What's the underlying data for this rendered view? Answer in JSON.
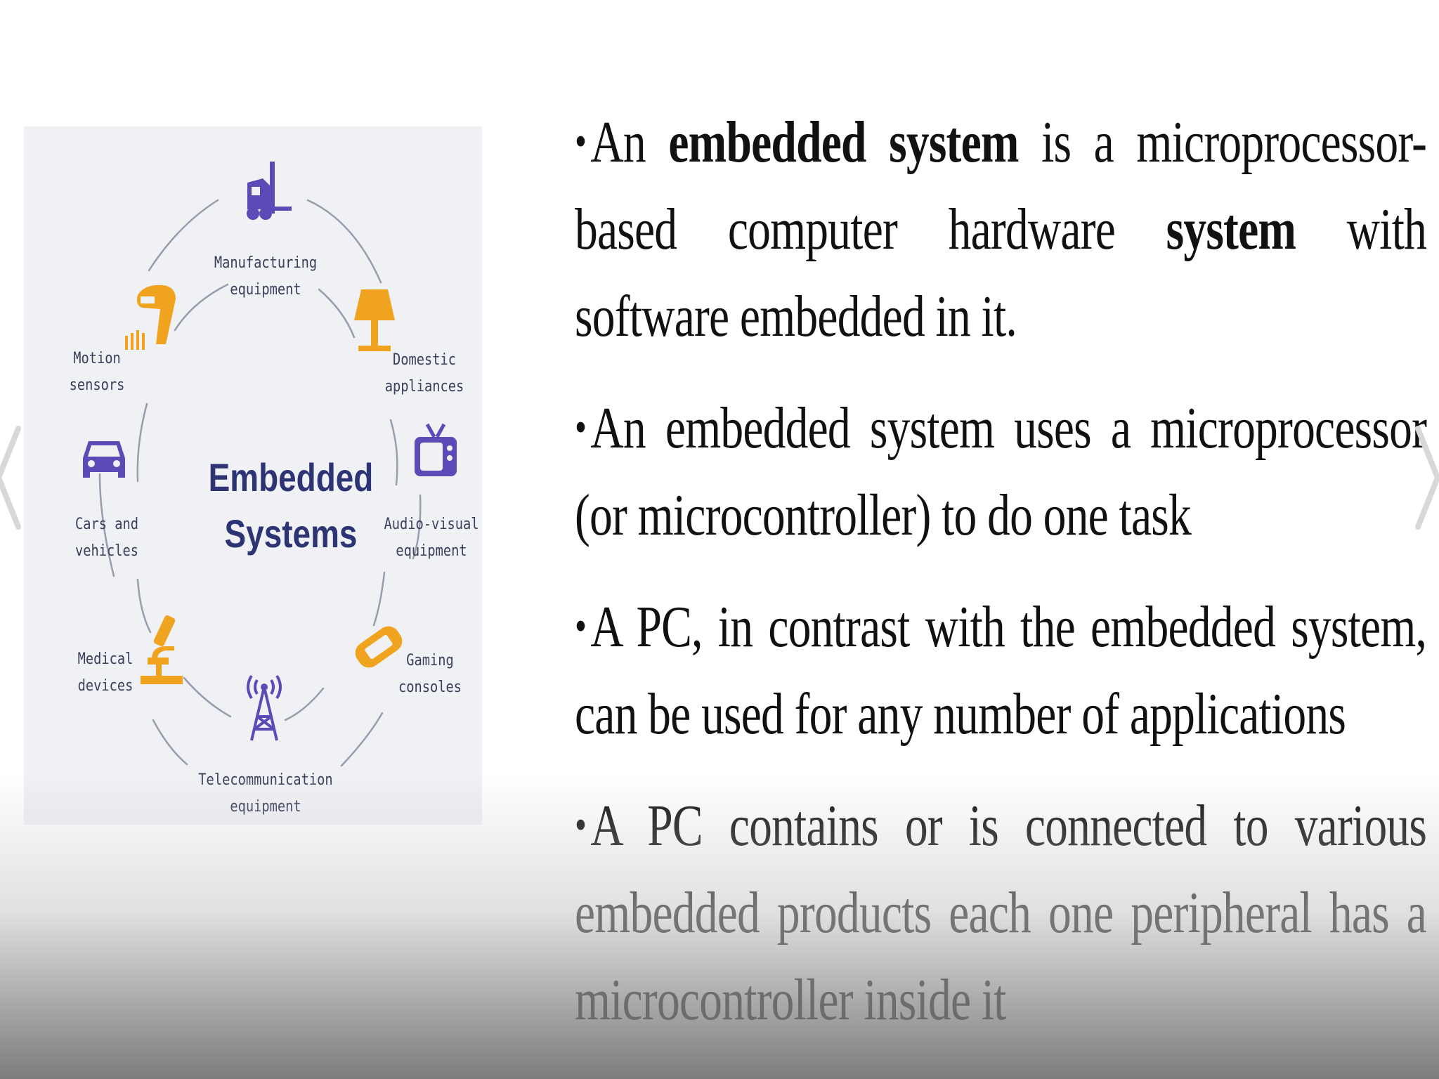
{
  "diagram": {
    "center_title_line1": "Embedded",
    "center_title_line2": "Systems",
    "items": [
      {
        "line1": "Manufacturing",
        "line2": "equipment",
        "icon": "forklift-icon"
      },
      {
        "line1": "Domestic",
        "line2": "appliances",
        "icon": "lamp-icon"
      },
      {
        "line1": "Audio-visual",
        "line2": "equipment",
        "icon": "tv-icon"
      },
      {
        "line1": "Gaming",
        "line2": "consoles",
        "icon": "gamepad-icon"
      },
      {
        "line1": "Telecommunication",
        "line2": "equipment",
        "icon": "antenna-icon"
      },
      {
        "line1": "Medical",
        "line2": "devices",
        "icon": "microscope-icon"
      },
      {
        "line1": "Cars and",
        "line2": "vehicles",
        "icon": "car-icon"
      },
      {
        "line1": "Motion",
        "line2": "sensors",
        "icon": "scanner-icon"
      }
    ],
    "colors": {
      "purple": "#5b4bb7",
      "orange": "#f0a31e",
      "title": "#2c3474",
      "ring": "#9a9cae"
    }
  },
  "bullets": [
    {
      "parts": [
        {
          "text": "An ",
          "bold": false
        },
        {
          "text": "embedded system",
          "bold": true
        },
        {
          "text": " is a microprocessor-based computer hardware ",
          "bold": false
        },
        {
          "text": "system",
          "bold": true
        },
        {
          "text": " with software embedded in it.",
          "bold": false
        }
      ]
    },
    {
      "parts": [
        {
          "text": "An embedded system uses a microprocessor (or microcontroller) to do one task",
          "bold": false
        }
      ]
    },
    {
      "parts": [
        {
          "text": "A PC, in contrast with the embedded system, can be used for any number of applications",
          "bold": false
        }
      ]
    },
    {
      "parts": [
        {
          "text": "A PC contains or is connected to various embedded products each one peripheral has a microcontroller inside it",
          "bold": false
        }
      ]
    }
  ],
  "bullet_symbol": "•"
}
